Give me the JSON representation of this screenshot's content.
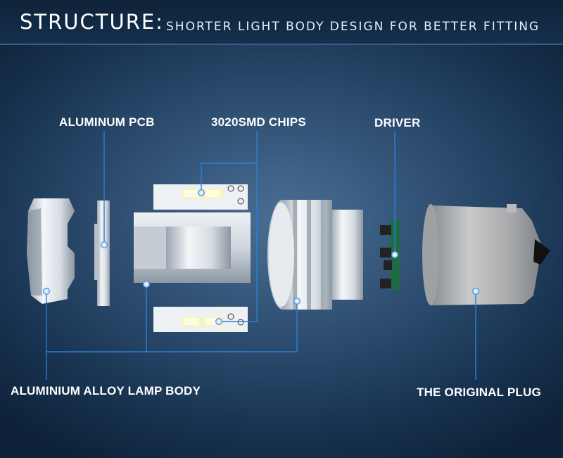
{
  "header": {
    "title": "STRUCTURE:",
    "subtitle": "SHORTER LIGHT BODY DESIGN FOR BETTER FITTING"
  },
  "labels": {
    "pcb": "ALUMINUM PCB",
    "chips": "3020SMD CHIPS",
    "driver": "DRIVER",
    "body": "ALUMINIUM ALLOY LAMP BODY",
    "plug": "THE ORIGINAL PLUG"
  },
  "colors": {
    "callout": "#2c7fd6",
    "text": "#ffffff"
  }
}
